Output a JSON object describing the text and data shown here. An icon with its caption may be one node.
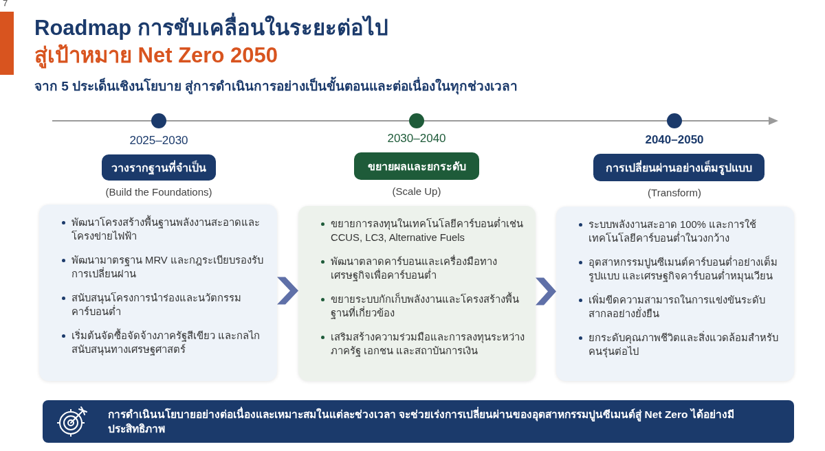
{
  "diagram": {
    "title": "Roadmap การขับเคลื่อนในระยะต่อไป",
    "nodes": [
      {
        "text": [
          "วางรากฐานที่จำเป็น"
        ],
        "beside": [
          "2025–2030",
          "(Build the Foundations)"
        ]
      },
      {
        "text": [
          "พัฒนาโครงสร้างพื้นฐานพลังงานสะอาดและโครงข่ายไฟฟ้า",
          "พัฒนามาตรฐาน MRV และกฎระเบียบรองรับการเปลี่ยนผ่าน",
          "สนับสนุนโครงการนำร่องและนวัตกรรมคาร์บอนต่ำ",
          "เริ่มต้นจัดซื้อจัดจ้างภาครัฐสีเขียว และกลไกสนับสนุนทางเศรษฐศาสตร์"
        ]
      },
      {
        "text": [
          "ขยายผลและยกระดับ"
        ],
        "beside": [
          "2030–2040",
          "(Scale Up)"
        ]
      },
      {
        "text": [
          "ขยายการลงทุนในเทคโนโลยีคาร์บอนต่ำเช่น CCUS, LC3, Alternative Fuels",
          "พัฒนาตลาดคาร์บอนและเครื่องมือทางเศรษฐกิจเพื่อคาร์บอนต่ำ",
          "ขยายระบบกักเก็บพลังงานและโครงสร้างพื้นฐานที่เกี่ยวข้อง",
          "เสริมสร้างความร่วมมือและการลงทุนระหว่างภาครัฐ เอกชน และสถาบันการเงิน"
        ]
      },
      {
        "text": [
          "การเปลี่ยนผ่านอย่างเต็มรูปแบบ"
        ],
        "beside": [
          "2040–2050",
          "(Transform)"
        ]
      },
      {
        "text": [
          "ระบบพลังงานสะอาด 100% และการใช้เทคโนโลยีคาร์บอนต่ำในวงกว้าง",
          "อุตสาหกรรมปูนซีเมนต์คาร์บอนต่ำอย่างเต็มรูปแบบ และเศรษฐกิจคาร์บอนต่ำหมุนเวียน",
          "เพิ่มขีดความสามารถในการแข่งขันระดับสากลอย่างยั่งยืน",
          "ยกระดับคุณภาพชีวิตและสิ่งแวดล้อมสำหรับคนรุ่นต่อไป"
        ]
      },
      {
        "text": [
          "การดำเนินนโยบายอย่างต่อเนื่องและเหมาะสมในแต่ละช่วงเวลา จะช่วยเร่งการเปลี่ยนผ่านของอุตสาหกรรมปูนซีเมนต์สู่ Net Zero ได้อย่างมีประสิทธิภาพ"
        ]
      }
    ],
    "edges": [
      {
        "from": 1,
        "to": 3,
        "arrow": "to"
      },
      {
        "from": 3,
        "to": 5,
        "arrow": "to"
      }
    ],
    "labels": [
      "7",
      "สู่เป้าหมาย Net Zero 2050",
      "จาก 5 ประเด็นเชิงนโยบาย สู่การดำเนินการอย่างเป็นขั้นตอนและต่อเนื่องในทุกช่วงเวลา"
    ]
  }
}
